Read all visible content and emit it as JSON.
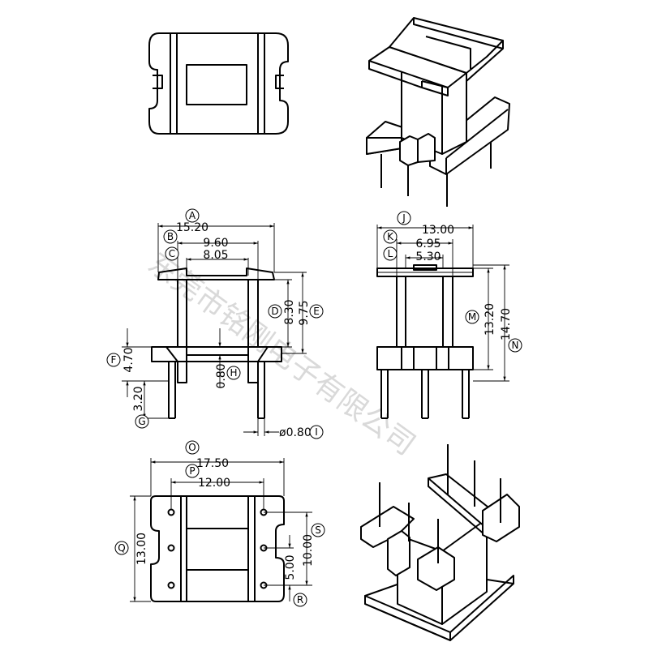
{
  "watermark": "东莞市铭刚电子有限公司",
  "front_view": {
    "A": {
      "letter": "A",
      "value": "15.20"
    },
    "B": {
      "letter": "B",
      "value": "9.60"
    },
    "C": {
      "letter": "C",
      "value": "8.05"
    },
    "D": {
      "letter": "D",
      "value": "8.30"
    },
    "E": {
      "letter": "E",
      "value": "9.75"
    },
    "F": {
      "letter": "F",
      "value": "4.70"
    },
    "G": {
      "letter": "G",
      "value": "3.20"
    },
    "H": {
      "letter": "H",
      "value": "0.80"
    },
    "I": {
      "letter": "I",
      "value": "ø0.80"
    }
  },
  "side_view": {
    "J": {
      "letter": "J",
      "value": "13.00"
    },
    "K": {
      "letter": "K",
      "value": "6.95"
    },
    "L": {
      "letter": "L",
      "value": "5.30"
    },
    "M": {
      "letter": "M",
      "value": "13.20"
    },
    "N": {
      "letter": "N",
      "value": "14.70"
    }
  },
  "bottom_view": {
    "O": {
      "letter": "O",
      "value": "17.50"
    },
    "P": {
      "letter": "P",
      "value": "12.00"
    },
    "Q": {
      "letter": "Q",
      "value": "13.00"
    },
    "R": {
      "letter": "R",
      "value": "5.00"
    },
    "S": {
      "letter": "S",
      "value": "10.00"
    }
  }
}
